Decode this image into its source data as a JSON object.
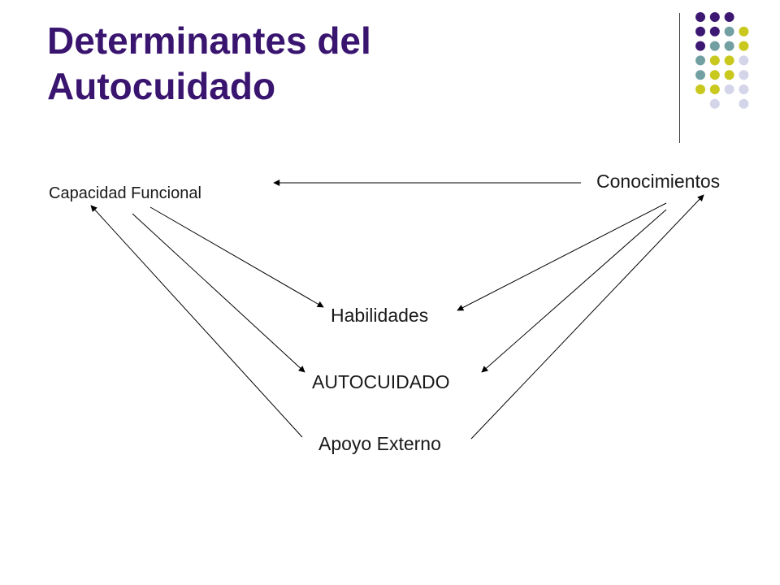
{
  "title": {
    "line1": "Determinantes del",
    "line2": "Autocuidado"
  },
  "colors": {
    "title": "#3a1570",
    "dot_purple": "#3d1873",
    "dot_teal": "#72a0a2",
    "dot_lime": "#c9c81e",
    "dot_lavender": "#d5d5ea",
    "arrow": "#000000"
  },
  "decoration": {
    "dot_grid": [
      [
        "purple",
        "purple",
        "purple",
        null,
        null
      ],
      [
        "purple",
        "purple",
        "teal",
        "lime",
        null
      ],
      [
        "purple",
        "teal",
        "teal",
        "lime",
        null
      ],
      [
        "teal",
        "lime",
        "lime",
        "lavender",
        null
      ],
      [
        "teal",
        "lime",
        "lime",
        "lavender",
        null
      ],
      [
        "lime",
        "lime",
        "lavender",
        "lavender",
        null
      ],
      [
        null,
        "lavender",
        null,
        "lavender",
        null
      ]
    ]
  },
  "nodes": {
    "capacidad": "Capacidad Funcional",
    "conocimientos": "Conocimientos",
    "habilidades": "Habilidades",
    "autocuidado": "AUTOCUIDADO",
    "apoyo": "Apoyo Externo"
  },
  "edges": [
    {
      "from": "conocimientos",
      "to": "capacidad"
    },
    {
      "from": "capacidad",
      "to": "habilidades"
    },
    {
      "from": "capacidad",
      "to": "autocuidado"
    },
    {
      "from": "conocimientos",
      "to": "habilidades"
    },
    {
      "from": "conocimientos",
      "to": "autocuidado"
    },
    {
      "from": "apoyo",
      "to": "capacidad"
    },
    {
      "from": "apoyo",
      "to": "conocimientos"
    }
  ]
}
